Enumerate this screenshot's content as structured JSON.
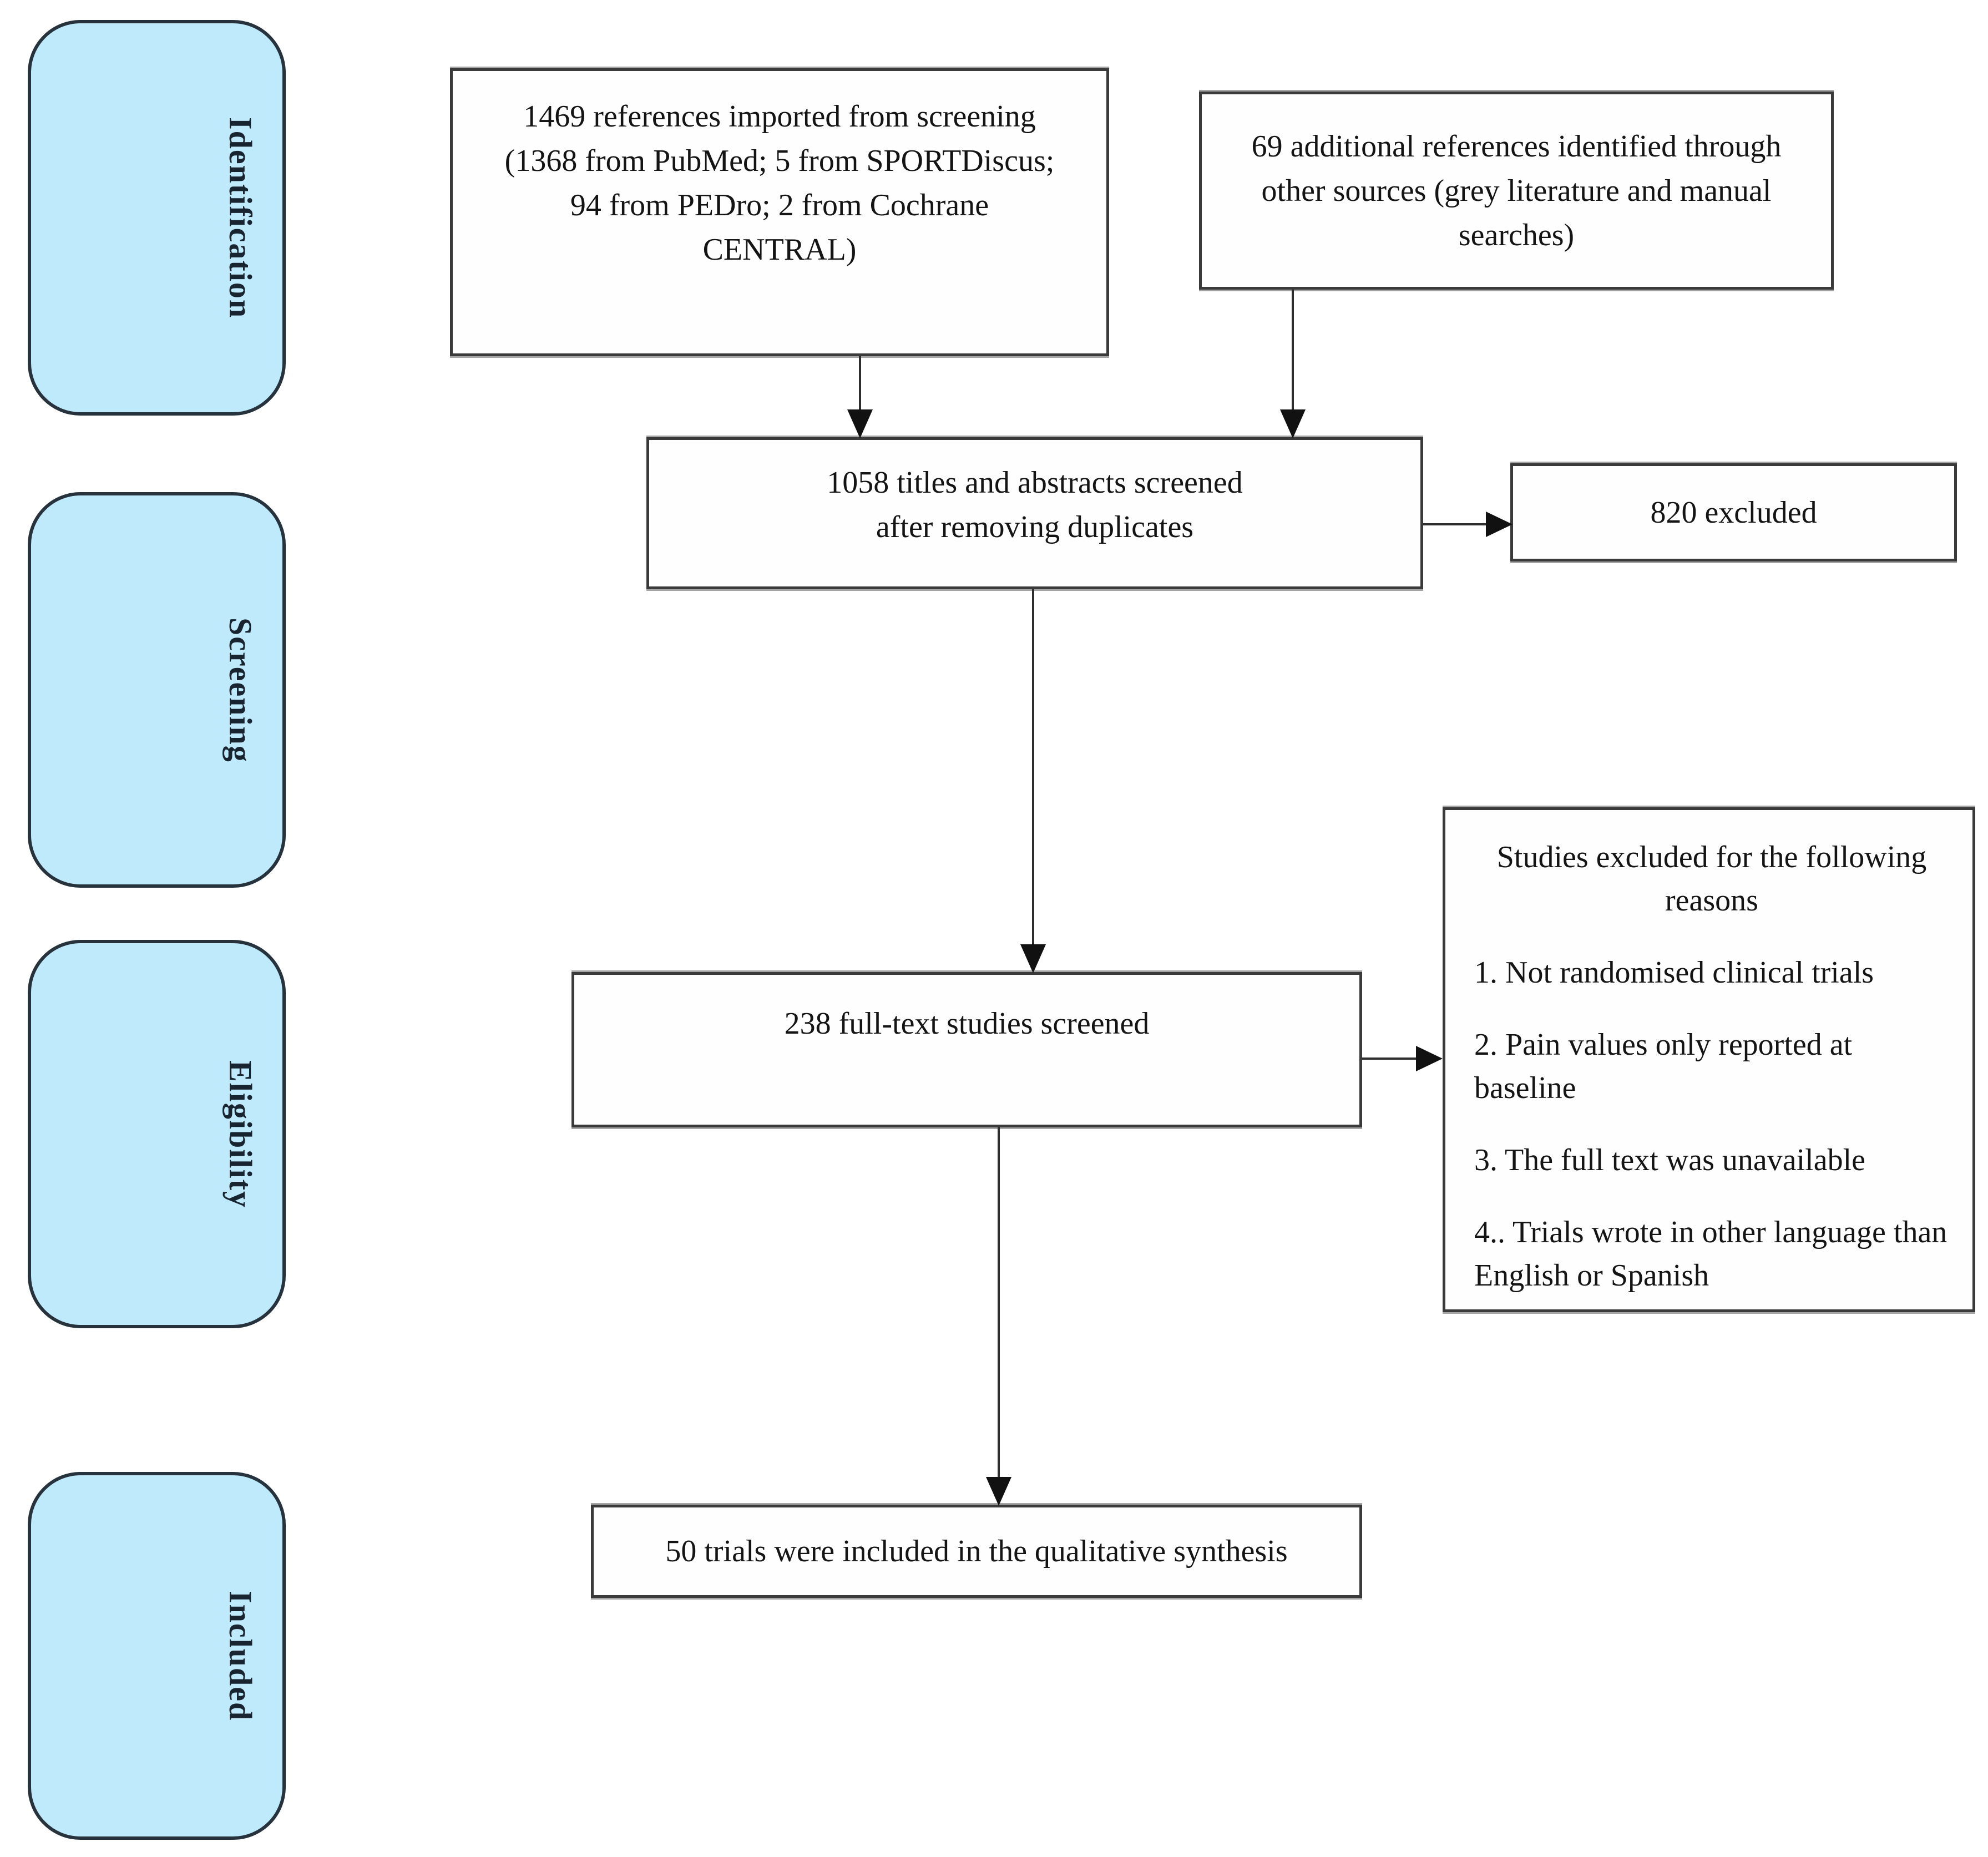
{
  "palette": {
    "stage_fill": "#bfeafb",
    "stage_border": "#26323c",
    "box_border": "#3a3a3a",
    "line_color": "#2e2e2e",
    "text_color": "#141414"
  },
  "stages": [
    {
      "label": "Identification"
    },
    {
      "label": "Screening"
    },
    {
      "label": "Eligibility"
    },
    {
      "label": "Included"
    }
  ],
  "flow": {
    "imported": {
      "lines": [
        "1469 references imported from screening",
        "(1368 from PubMed; 5 from SPORTDiscus;",
        "94 from PEDro; 2 from Cochrane",
        "CENTRAL)"
      ]
    },
    "other_sources": {
      "lines": [
        "69 additional references identified through",
        "other sources (grey literature and manual",
        "searches)"
      ]
    },
    "screened": {
      "lines": [
        "1058 titles and abstracts screened",
        "after removing duplicates"
      ]
    },
    "excluded": {
      "label": "820 excluded"
    },
    "fulltext": {
      "label": "238 full-text studies screened"
    },
    "reasons": {
      "heading_lines": [
        "Studies excluded for the following",
        "reasons"
      ],
      "items": [
        "1. Not randomised clinical trials",
        "2. Pain values only reported at baseline",
        "3. The full text was unavailable",
        "4.. Trials wrote in other language than English or Spanish"
      ]
    },
    "included": {
      "label": "50 trials were included in the qualitative synthesis"
    }
  }
}
